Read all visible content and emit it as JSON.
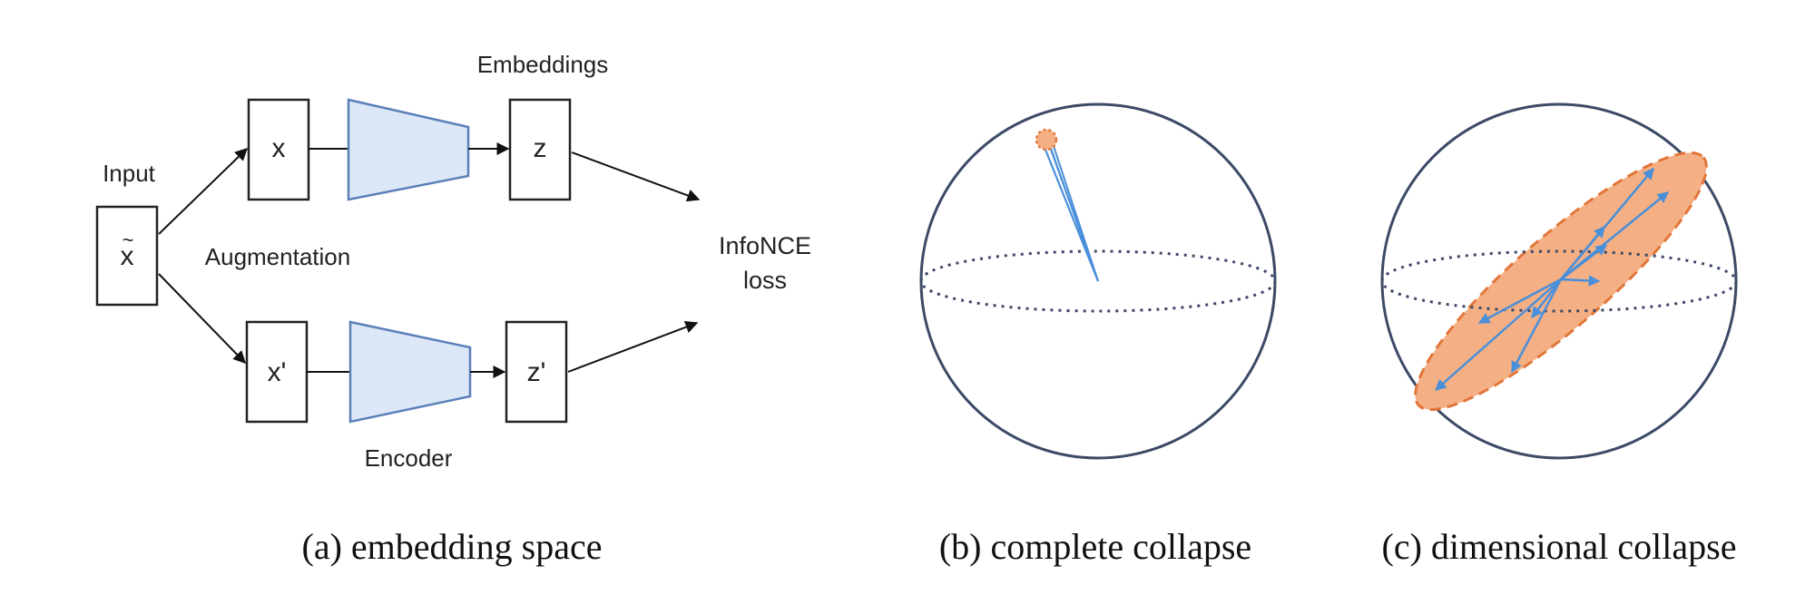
{
  "diagram": {
    "labels": {
      "input": "Input",
      "input_symbol": "x",
      "x": "x",
      "x_prime": "x'",
      "z": "z",
      "z_prime": "z'",
      "embeddings": "Embeddings",
      "augmentation": "Augmentation",
      "encoder": "Encoder",
      "loss_line1": "InfoNCE",
      "loss_line2": "loss"
    },
    "colors": {
      "encoder_fill": "#dce8f7",
      "encoder_stroke": "#5b7fb8",
      "sphere_stroke": "#3c4a66",
      "vector": "#4a8fd9",
      "collapse_fill": "#f4b084",
      "collapse_stroke": "#e2763a"
    }
  },
  "captions": {
    "a": "(a) embedding space",
    "b": "(b) complete collapse",
    "c": "(c) dimensional collapse"
  }
}
